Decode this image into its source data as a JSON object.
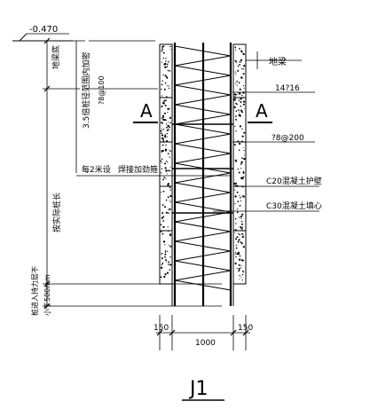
{
  "drawing": {
    "elevation": "-0.470",
    "title": "J1",
    "section_mark": "A",
    "dims": {
      "left_wall": "150",
      "core": "1000",
      "right_wall": "150"
    }
  },
  "labels": {
    "ring_beam_left": "地梁底",
    "ring_beam_right": "地梁",
    "top_stirrups": "3.5倍桩径范围内加密",
    "top_stirrup_spec": "?8@100",
    "main_bars": "14?16",
    "stirrups": "?8@200",
    "rings": "每2米设",
    "weld_ring": "焊接加劲箍",
    "wall_concrete": "C20混凝土护壁",
    "core_concrete": "C30混凝土填心",
    "pile_length": "按实际桩长",
    "embed_line1": "桩进入持力层不",
    "embed_line2": "小于500mm"
  }
}
